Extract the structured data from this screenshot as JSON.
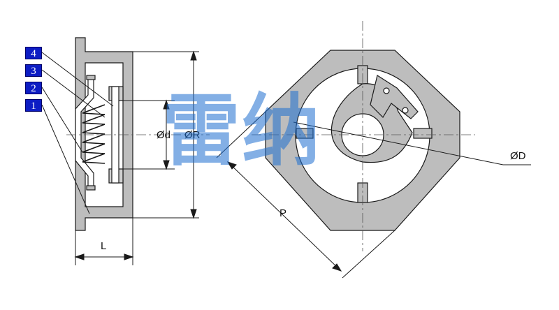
{
  "part_tags": [
    {
      "num": "4"
    },
    {
      "num": "3"
    },
    {
      "num": "2"
    },
    {
      "num": "1"
    }
  ],
  "dimensions": {
    "d": "Ød",
    "R": "ØR",
    "L": "L",
    "P": "P",
    "D": "ØD"
  },
  "watermark": {
    "text": "雷纳",
    "color": "#1f6fd0"
  },
  "colors": {
    "body_fill": "#bdbdbd",
    "outline": "#1a1a1a",
    "tag_fill": "#0d1dc4"
  }
}
